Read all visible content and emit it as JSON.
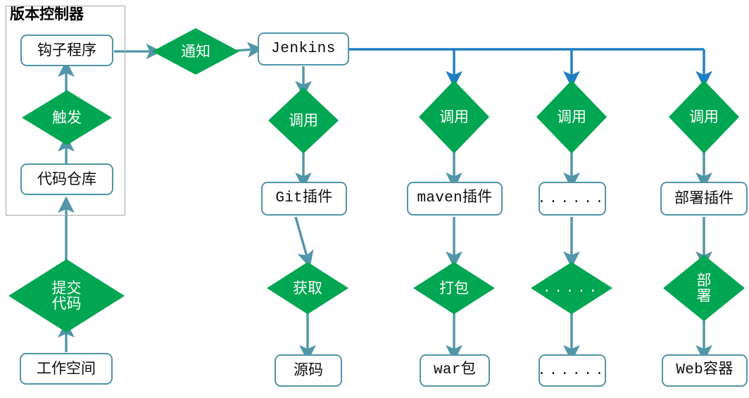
{
  "diagram": {
    "title_visible": "版本控制器",
    "colors": {
      "diamond_fill": "#00a651",
      "rect_border": "#5195a8",
      "rect_fill": "#ffffff",
      "teal_arrow": "#5195a8",
      "blue_arrow": "#1f7ec0",
      "group_border": "#a6a6a6",
      "text_dark": "#0d0d0d",
      "text_light": "#ffffff"
    },
    "group": {
      "label": "版本控制器"
    },
    "nodes": {
      "hook_program": "钩子程序",
      "trigger": "触发",
      "code_repository": "代码仓库",
      "commit_code": "提交\n代码",
      "workspace": "工作空间",
      "notify": "通知",
      "jenkins": "Jenkins",
      "invoke_1": "调用",
      "invoke_2": "调用",
      "invoke_3": "调用",
      "invoke_4": "调用",
      "git_plugin": "Git插件",
      "maven_plugin": "maven插件",
      "other_plugin": "......",
      "deploy_plugin": "部署插件",
      "fetch": "获取",
      "package": "打包",
      "other_action": ".....",
      "deploy": "部\n署",
      "source_code": "源码",
      "war_package": "war包",
      "other_artifact": "......",
      "web_container": "Web容器"
    }
  }
}
